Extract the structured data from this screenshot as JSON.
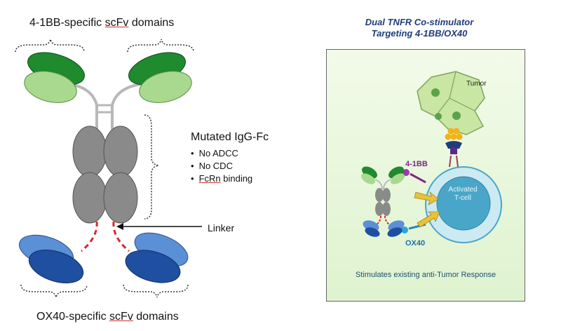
{
  "left_diagram": {
    "top_label_prefix": "4-1BB-specific ",
    "top_label_underlined": "scFv",
    "top_label_suffix": " domains",
    "bottom_label_prefix": "OX40-specific ",
    "bottom_label_underlined": "scFv",
    "bottom_label_suffix": " domains",
    "fc_title": "Mutated IgG-Fc",
    "fc_items": [
      "No ADCC",
      "No CDC"
    ],
    "fc_item3_underlined": "FcRn",
    "fc_item3_suffix": " binding",
    "linker_label": "Linker",
    "colors": {
      "green_dark": "#1f8a2e",
      "green_light": "#a9d88f",
      "gray": "#8a8a8a",
      "blue_dark": "#1f4fa0",
      "blue_light": "#5b8fd6",
      "linker_red": "#d62a2a"
    }
  },
  "right_panel": {
    "title_line1": "Dual TNFR Co-stimulator",
    "title_line2": "Targeting 4-1BB/OX40",
    "tumor_label": "Tumor",
    "label_4_1bb": "4-1BB",
    "label_ox40": "OX40",
    "tcell_line1": "Activated",
    "tcell_line2": "T-cell",
    "caption": "Stimulates existing anti-Tumor Response",
    "colors": {
      "panel_bg": "#e4f5d6",
      "tumor_green": "#c9e6a3",
      "tcell_blue": "#4aa6c8",
      "arrow_yellow": "#e8c23a"
    }
  }
}
